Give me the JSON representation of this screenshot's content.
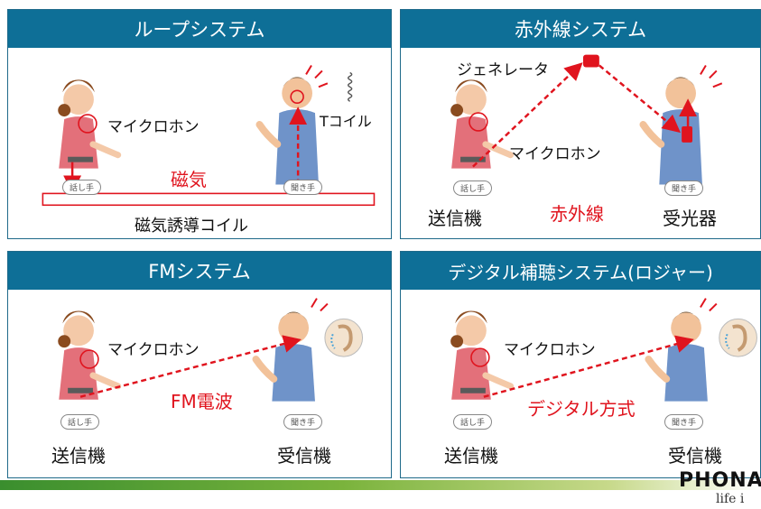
{
  "panels": {
    "loop": {
      "title": "ループシステム",
      "mic": "マイクロホン",
      "tcoil": "Tコイル",
      "magnetism": "磁気",
      "induction_coil": "磁気誘導コイル",
      "speaker_tag": "話し手",
      "listener_tag": "聞き手"
    },
    "infrared": {
      "title": "赤外線システム",
      "generator": "ジェネレータ",
      "mic": "マイクロホン",
      "speaker_tag": "話し手",
      "listener_tag": "聞き手",
      "transmitter": "送信機",
      "infrared": "赤外線",
      "receiver": "受光器"
    },
    "fm": {
      "title": "FMシステム",
      "mic": "マイクロホン",
      "fm_wave": "FM電波",
      "speaker_tag": "話し手",
      "listener_tag": "聞き手",
      "transmitter": "送信機",
      "receiver": "受信機"
    },
    "digital": {
      "title": "デジタル補聴システム(ロジャー)",
      "mic": "マイクロホン",
      "digital": "デジタル方式",
      "speaker_tag": "話し手",
      "listener_tag": "聞き手",
      "transmitter": "送信機",
      "receiver": "受信機"
    }
  },
  "logo": {
    "brand": "PHONA",
    "tagline": "life i"
  },
  "colors": {
    "title_bg": "#0e6f97",
    "accent_red": "#e0141e",
    "border": "#1f6a8a"
  }
}
